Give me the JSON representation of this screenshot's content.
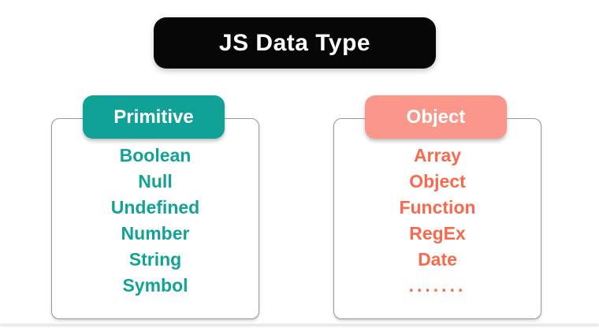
{
  "title": "JS Data Type",
  "colors": {
    "title_bg": "#070707",
    "title_text": "#ffffff",
    "primitive_accent": "#10a296",
    "object_header": "#fa968a",
    "object_text": "#f9694e",
    "card_border": "#9a9a9a"
  },
  "columns": [
    {
      "header": "Primitive",
      "items": [
        "Boolean",
        "Null",
        "Undefined",
        "Number",
        "String",
        "Symbol"
      ]
    },
    {
      "header": "Object",
      "items": [
        "Array",
        "Object",
        "Function",
        "RegEx",
        "Date",
        "......."
      ]
    }
  ]
}
